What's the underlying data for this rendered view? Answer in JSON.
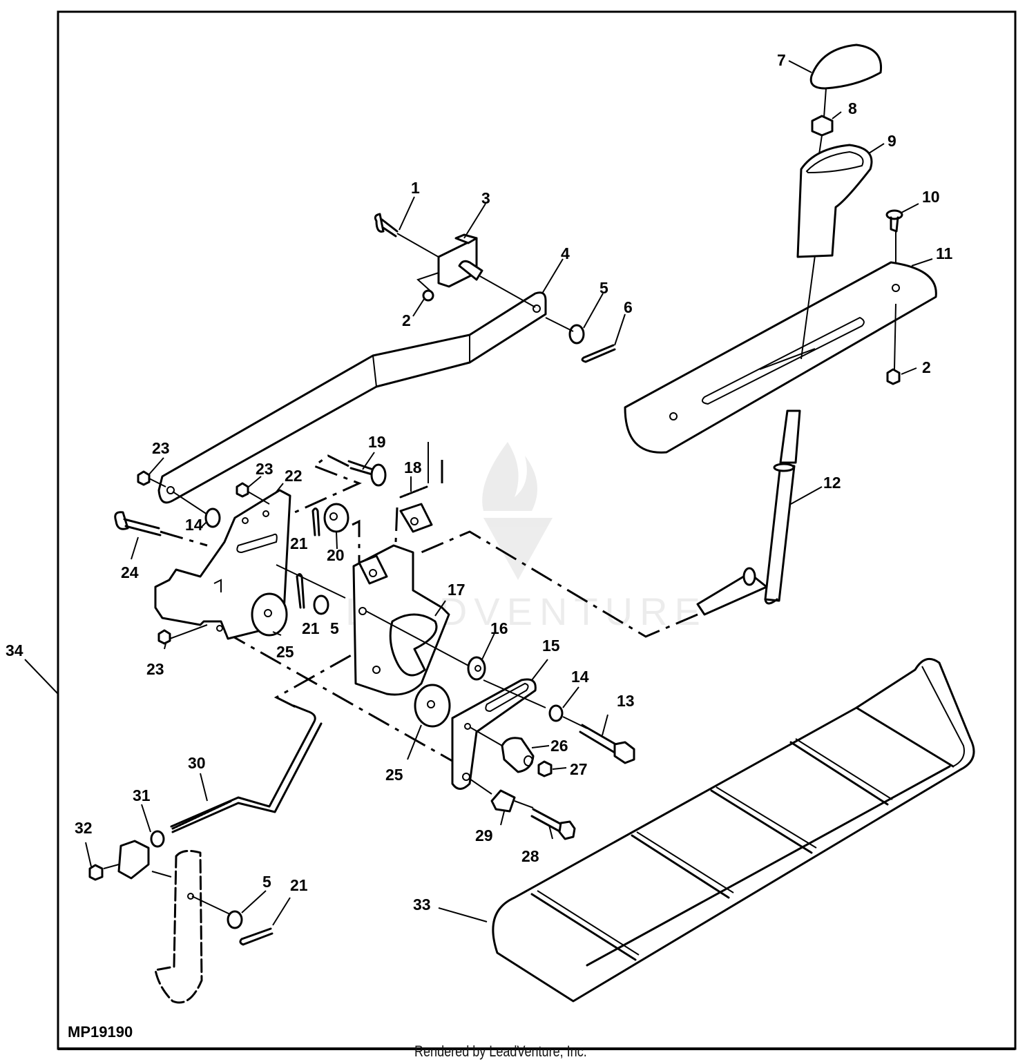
{
  "diagram": {
    "title": "Parts diagram",
    "diagram_code": "MP19190",
    "watermark": "LEADVENTURE",
    "footer": "Rendered by LeadVenture, Inc.",
    "callouts": [
      "1",
      "2",
      "2",
      "3",
      "4",
      "5",
      "5",
      "5",
      "6",
      "7",
      "8",
      "9",
      "10",
      "11",
      "12",
      "13",
      "14",
      "14",
      "15",
      "16",
      "17",
      "18",
      "19",
      "20",
      "21",
      "21",
      "21",
      "22",
      "23",
      "23",
      "23",
      "24",
      "25",
      "25",
      "26",
      "27",
      "28",
      "29",
      "30",
      "31",
      "32",
      "33",
      "34"
    ]
  }
}
